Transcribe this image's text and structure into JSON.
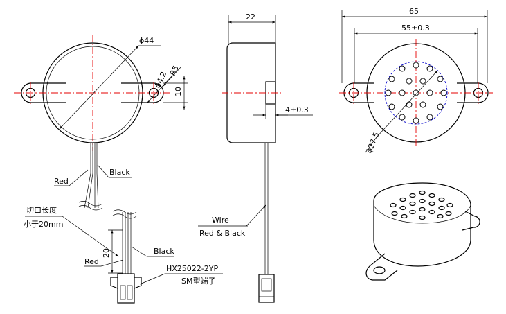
{
  "front_view": {
    "dia_outer": "ϕ44",
    "dia_hole": "ϕ4.2",
    "radius": "R5",
    "ear_height": "10",
    "wire_red": "Red",
    "wire_black": "Black"
  },
  "side_view": {
    "thickness": "22",
    "offset": "4±0.3",
    "wire_label_1": "Wire",
    "wire_label_2": "Red & Black"
  },
  "rear_view": {
    "overall_width": "65",
    "hole_pitch": "55±0.3",
    "grille_dia": "ϕ27.5"
  },
  "connector_detail": {
    "note_line1": "切口长度",
    "note_line2": "小于20mm",
    "strip_length": "20",
    "wire_red": "Red",
    "wire_black": "Black",
    "part_number": "HX25022-2YP",
    "terminal_type": "SM型端子"
  }
}
